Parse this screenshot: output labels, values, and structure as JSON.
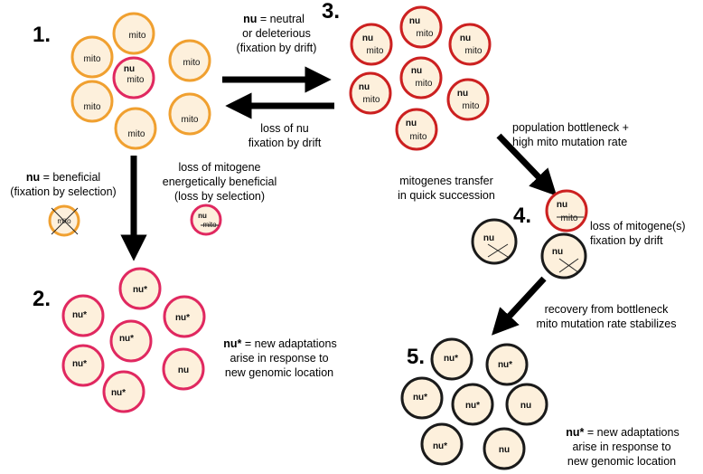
{
  "colors": {
    "orange": "#f0a030",
    "pink": "#e02860",
    "red": "#cc2020",
    "dark": "#1a1a1a",
    "fill": "#fdf0dc"
  },
  "labels": {
    "mito": "mito",
    "nu": "nu",
    "nu_star": "nu*"
  },
  "numbers": {
    "s1": "1.",
    "s2": "2.",
    "s3": "3.",
    "s4": "4.",
    "s5": "5."
  },
  "captions": {
    "neutral": {
      "bold": "nu",
      "line1_rest": " = neutral",
      "line2": "or deleterious",
      "line3": "(fixation by drift)"
    },
    "loss_nu": {
      "line1": "loss of nu",
      "line2": "fixation by drift"
    },
    "beneficial": {
      "bold": "nu",
      "line1_rest": " = beneficial",
      "line2": "(fixation by selection)"
    },
    "loss_mitogene": {
      "line1": "loss of mitogene",
      "line2": "energetically beneficial",
      "line3": "(loss by selection)"
    },
    "new_adapt_2": {
      "bold": "nu*",
      "line1_rest": " = new adaptations",
      "line2": "arise in response to",
      "line3": "new genomic location"
    },
    "bottleneck": {
      "line1": "population bottleneck +",
      "line2": "high mito mutation rate"
    },
    "transfer": {
      "line1": "mitogenes transfer",
      "line2": "in quick succession"
    },
    "loss_mitogenes": {
      "line1": "loss of mitogene(s)",
      "line2": "fixation by drift"
    },
    "recovery": {
      "line1": "recovery from bottleneck",
      "line2": "mito mutation rate stabilizes"
    },
    "new_adapt_5": {
      "bold": "nu*",
      "line1_rest": " = new adaptations",
      "line2": "arise in response to",
      "line3": "new genomic location"
    }
  }
}
